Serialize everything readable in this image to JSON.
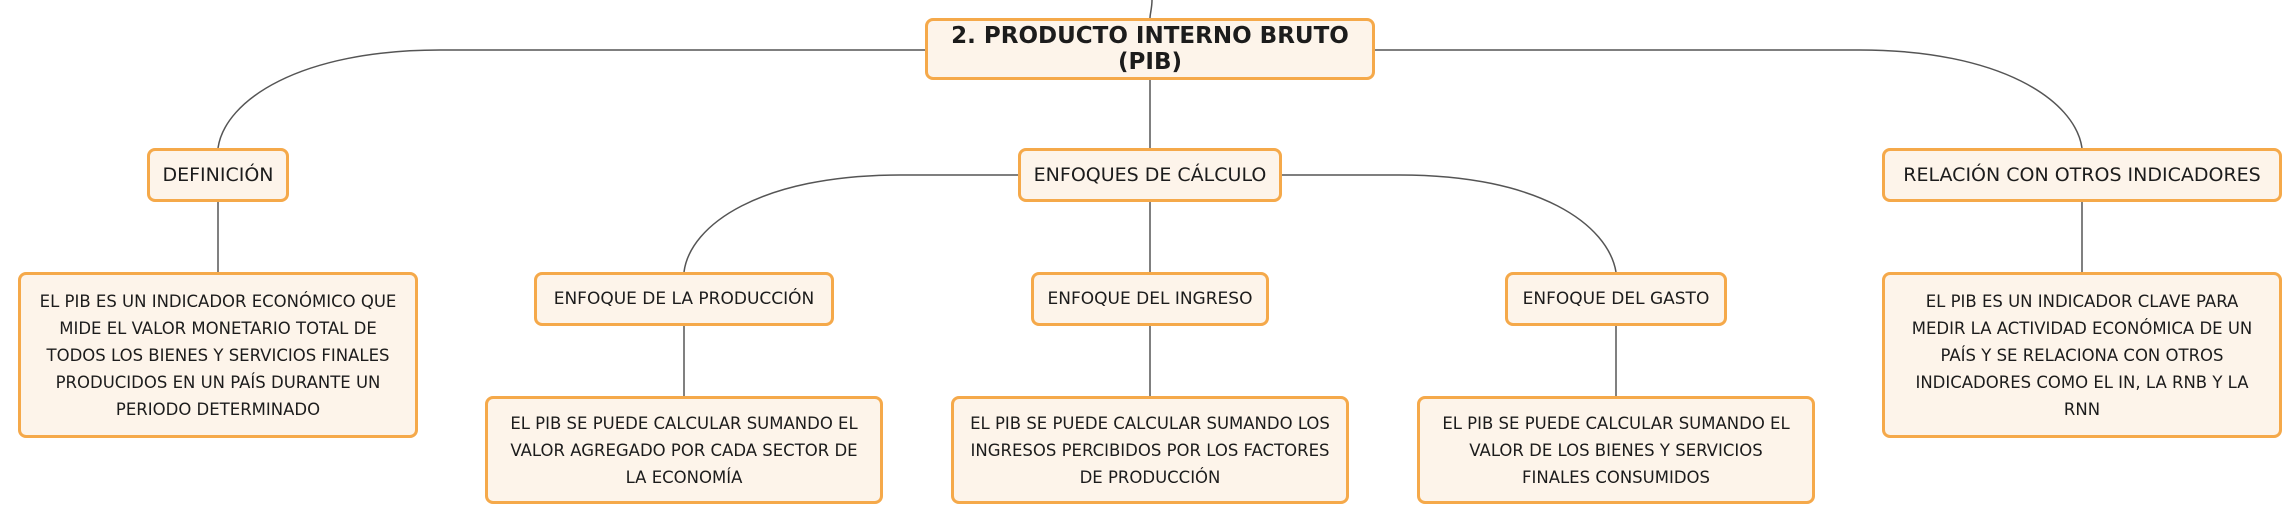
{
  "root": {
    "label": "2. PRODUCTO INTERNO BRUTO (PIB)"
  },
  "branches": {
    "definicion": {
      "label": "DEFINICIÓN",
      "detail": "EL PIB ES UN INDICADOR ECONÓMICO QUE MIDE EL VALOR MONETARIO TOTAL DE TODOS LOS BIENES Y SERVICIOS FINALES PRODUCIDOS EN UN PAÍS DURANTE UN PERIODO DETERMINADO"
    },
    "enfoques": {
      "label": "ENFOQUES DE CÁLCULO",
      "produccion": {
        "label": "ENFOQUE DE LA PRODUCCIÓN",
        "detail": "EL PIB SE PUEDE CALCULAR SUMANDO EL VALOR AGREGADO POR CADA SECTOR DE LA ECONOMÍA"
      },
      "ingreso": {
        "label": "ENFOQUE DEL INGRESO",
        "detail": "EL PIB SE PUEDE CALCULAR SUMANDO LOS INGRESOS PERCIBIDOS POR LOS FACTORES DE PRODUCCIÓN"
      },
      "gasto": {
        "label": "ENFOQUE DEL GASTO",
        "detail": "EL PIB SE PUEDE CALCULAR SUMANDO EL VALOR DE LOS BIENES Y SERVICIOS FINALES CONSUMIDOS"
      }
    },
    "relacion": {
      "label": "RELACIÓN CON OTROS INDICADORES",
      "detail": "EL PIB ES UN INDICADOR CLAVE PARA MEDIR LA ACTIVIDAD ECONÓMICA DE UN PAÍS Y SE RELACIONA CON OTROS INDICADORES COMO EL IN, LA RNB Y LA RNN"
    }
  },
  "colors": {
    "node_fill": "#fdf4ea",
    "node_border": "#f5a94a",
    "connector": "#555555",
    "text": "#1c1c1c"
  }
}
